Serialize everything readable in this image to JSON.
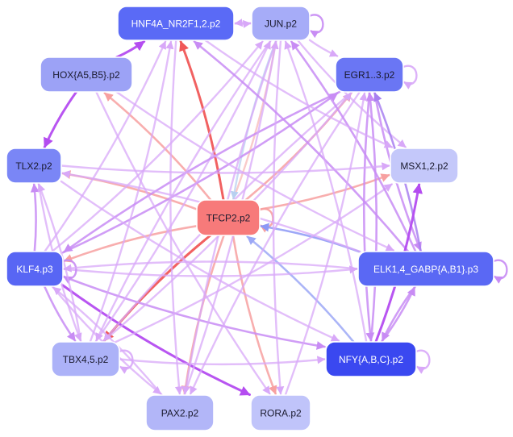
{
  "graph": {
    "nodes": [
      {
        "id": "hnf4a",
        "label": "HNF4A_NR2F1,2.p2",
        "color": "#5a6af6",
        "text_color": "#ffffff"
      },
      {
        "id": "jun",
        "label": "JUN.p2",
        "color": "#a6acf8",
        "text_color": "#1a1a2e"
      },
      {
        "id": "hox",
        "label": "HOX{A5,B5}.p2",
        "color": "#9ca2f6",
        "text_color": "#1a1a2e"
      },
      {
        "id": "egr1",
        "label": "EGR1..3.p2",
        "color": "#6a76f4",
        "text_color": "#1a1a2e"
      },
      {
        "id": "tlx2",
        "label": "TLX2.p2",
        "color": "#7a86f6",
        "text_color": "#1a1a2e"
      },
      {
        "id": "msx1",
        "label": "MSX1,2.p2",
        "color": "#c4c8fa",
        "text_color": "#1a1a2e"
      },
      {
        "id": "tfcp2",
        "label": "TFCP2.p2",
        "color": "#f77a7a",
        "text_color": "#1a1a2e"
      },
      {
        "id": "klf4",
        "label": "KLF4.p3",
        "color": "#5866f4",
        "text_color": "#ffffff"
      },
      {
        "id": "elk1",
        "label": "ELK1,4_GABP{A,B1}.p3",
        "color": "#5a68f4",
        "text_color": "#ffffff"
      },
      {
        "id": "tbx4",
        "label": "TBX4,5.p2",
        "color": "#acb2f8",
        "text_color": "#1a1a2e"
      },
      {
        "id": "nfy",
        "label": "NFY{A,B,C}.p2",
        "color": "#3a48f0",
        "text_color": "#ffffff"
      },
      {
        "id": "pax2",
        "label": "PAX2.p2",
        "color": "#b2b6f8",
        "text_color": "#1a1a2e"
      },
      {
        "id": "rora",
        "label": "RORA.p2",
        "color": "#c0c4fa",
        "text_color": "#1a1a2e"
      }
    ],
    "edges": [
      {
        "from": "tfcp2",
        "to": "hnf4a",
        "color": "#f05858",
        "kind": "strong"
      },
      {
        "from": "tfcp2",
        "to": "tbx4",
        "color": "#f05858",
        "kind": "strong"
      },
      {
        "from": "tfcp2",
        "to": "rora",
        "color": "#f7a0a0",
        "kind": "medium"
      },
      {
        "from": "tfcp2",
        "to": "tlx2",
        "color": "#f7a0a0",
        "kind": "medium"
      },
      {
        "from": "tfcp2",
        "to": "hox",
        "color": "#f7a0a0",
        "kind": "medium"
      },
      {
        "from": "tfcp2",
        "to": "egr1",
        "color": "#f7a0a0",
        "kind": "medium"
      },
      {
        "from": "tfcp2",
        "to": "msx1",
        "color": "#f7a0a0",
        "kind": "medium"
      },
      {
        "from": "tfcp2",
        "to": "klf4",
        "color": "#f7a0a0",
        "kind": "medium"
      },
      {
        "from": "tfcp2",
        "to": "pax2",
        "color": "#f7a0a0",
        "kind": "medium"
      },
      {
        "from": "tfcp2",
        "to": "jun",
        "color": "#f7b8b8",
        "kind": "light"
      },
      {
        "from": "tfcp2",
        "to": "tfcp2",
        "color": "#f7a0a0",
        "kind": "self"
      },
      {
        "from": "elk1",
        "to": "tfcp2",
        "color": "#8c98f6",
        "kind": "medium"
      },
      {
        "from": "nfy",
        "to": "tfcp2",
        "color": "#9ca8f6",
        "kind": "medium"
      },
      {
        "from": "jun",
        "to": "tfcp2",
        "color": "#b8d0f0",
        "kind": "light"
      },
      {
        "from": "hox",
        "to": "tlx2",
        "color": "#b44cf0",
        "kind": "strong"
      },
      {
        "from": "hox",
        "to": "hnf4a",
        "color": "#b44cf0",
        "kind": "strong"
      },
      {
        "from": "klf4",
        "to": "rora",
        "color": "#b44cf0",
        "kind": "strong"
      },
      {
        "from": "klf4",
        "to": "hnf4a",
        "color": "#d8a8f8",
        "kind": "light"
      },
      {
        "from": "klf4",
        "to": "jun",
        "color": "#d8a8f8",
        "kind": "light"
      },
      {
        "from": "klf4",
        "to": "egr1",
        "color": "#c88cf4",
        "kind": "medium"
      },
      {
        "from": "klf4",
        "to": "elk1",
        "color": "#d8a8f8",
        "kind": "light"
      },
      {
        "from": "klf4",
        "to": "nfy",
        "color": "#c88cf4",
        "kind": "medium"
      },
      {
        "from": "klf4",
        "to": "tbx4",
        "color": "#c88cf4",
        "kind": "medium"
      },
      {
        "from": "klf4",
        "to": "tlx2",
        "color": "#c88cf4",
        "kind": "medium"
      },
      {
        "from": "klf4",
        "to": "pax2",
        "color": "#d8a8f8",
        "kind": "light"
      },
      {
        "from": "klf4",
        "to": "klf4",
        "color": "#c88cf4",
        "kind": "self"
      },
      {
        "from": "tbx4",
        "to": "hnf4a",
        "color": "#d8a8f8",
        "kind": "light"
      },
      {
        "from": "tbx4",
        "to": "jun",
        "color": "#d8a8f8",
        "kind": "light"
      },
      {
        "from": "tbx4",
        "to": "egr1",
        "color": "#d8a8f8",
        "kind": "light"
      },
      {
        "from": "tbx4",
        "to": "msx1",
        "color": "#d8a8f8",
        "kind": "light"
      },
      {
        "from": "tbx4",
        "to": "nfy",
        "color": "#d8a8f8",
        "kind": "light"
      },
      {
        "from": "tbx4",
        "to": "tlx2",
        "color": "#d8a8f8",
        "kind": "light"
      },
      {
        "from": "egr1",
        "to": "klf4",
        "color": "#c88cf4",
        "kind": "medium"
      },
      {
        "from": "egr1",
        "to": "tbx4",
        "color": "#d8a8f8",
        "kind": "light"
      },
      {
        "from": "egr1",
        "to": "pax2",
        "color": "#d8a8f8",
        "kind": "light"
      },
      {
        "from": "egr1",
        "to": "nfy",
        "color": "#c88cf4",
        "kind": "medium"
      },
      {
        "from": "egr1",
        "to": "elk1",
        "color": "#c88cf4",
        "kind": "medium"
      },
      {
        "from": "egr1",
        "to": "egr1",
        "color": "#d8a8f8",
        "kind": "self"
      },
      {
        "from": "jun",
        "to": "hnf4a",
        "color": "#d8a8f8",
        "kind": "light"
      },
      {
        "from": "jun",
        "to": "egr1",
        "color": "#d8a8f8",
        "kind": "light"
      },
      {
        "from": "jun",
        "to": "msx1",
        "color": "#d8a8f8",
        "kind": "light"
      },
      {
        "from": "jun",
        "to": "pax2",
        "color": "#d8a8f8",
        "kind": "light"
      },
      {
        "from": "jun",
        "to": "tbx4",
        "color": "#d8a8f8",
        "kind": "light"
      },
      {
        "from": "jun",
        "to": "rora",
        "color": "#d8a8f8",
        "kind": "light"
      },
      {
        "from": "jun",
        "to": "jun",
        "color": "#c88cf4",
        "kind": "self"
      },
      {
        "from": "elk1",
        "to": "hnf4a",
        "color": "#c88cf4",
        "kind": "medium"
      },
      {
        "from": "elk1",
        "to": "jun",
        "color": "#c88cf4",
        "kind": "medium"
      },
      {
        "from": "elk1",
        "to": "egr1",
        "color": "#a880f0",
        "kind": "medium"
      },
      {
        "from": "elk1",
        "to": "klf4",
        "color": "#d8a8f8",
        "kind": "light"
      },
      {
        "from": "elk1",
        "to": "tlx2",
        "color": "#d8a8f8",
        "kind": "light"
      },
      {
        "from": "elk1",
        "to": "nfy",
        "color": "#c88cf4",
        "kind": "medium"
      },
      {
        "from": "elk1",
        "to": "elk1",
        "color": "#c88cf4",
        "kind": "self"
      },
      {
        "from": "nfy",
        "to": "msx1",
        "color": "#b44cf0",
        "kind": "strong"
      },
      {
        "from": "nfy",
        "to": "elk1",
        "color": "#c88cf4",
        "kind": "medium"
      },
      {
        "from": "nfy",
        "to": "jun",
        "color": "#d8a8f8",
        "kind": "light"
      },
      {
        "from": "nfy",
        "to": "egr1",
        "color": "#c88cf4",
        "kind": "medium"
      },
      {
        "from": "nfy",
        "to": "nfy",
        "color": "#d8a8f8",
        "kind": "self"
      },
      {
        "from": "hnf4a",
        "to": "msx1",
        "color": "#d8a8f8",
        "kind": "light"
      },
      {
        "from": "hnf4a",
        "to": "pax2",
        "color": "#d8a8f8",
        "kind": "light"
      },
      {
        "from": "hnf4a",
        "to": "jun",
        "color": "#d8a8f8",
        "kind": "light"
      },
      {
        "from": "hox",
        "to": "elk1",
        "color": "#d8a8f8",
        "kind": "light"
      },
      {
        "from": "hox",
        "to": "rora",
        "color": "#d8a8f8",
        "kind": "light"
      },
      {
        "from": "tlx2",
        "to": "tbx4",
        "color": "#d8a8f8",
        "kind": "light"
      },
      {
        "from": "tlx2",
        "to": "msx1",
        "color": "#d8a8f8",
        "kind": "light"
      },
      {
        "from": "tlx2",
        "to": "nfy",
        "color": "#d8a8f8",
        "kind": "light"
      },
      {
        "from": "pax2",
        "to": "jun",
        "color": "#d8a8f8",
        "kind": "light"
      },
      {
        "from": "pax2",
        "to": "klf4",
        "color": "#d8a8f8",
        "kind": "light"
      },
      {
        "from": "rora",
        "to": "egr1",
        "color": "#d8a8f8",
        "kind": "light"
      },
      {
        "from": "tbx4",
        "to": "tbx4",
        "color": "#d8a8f8",
        "kind": "self"
      }
    ]
  }
}
